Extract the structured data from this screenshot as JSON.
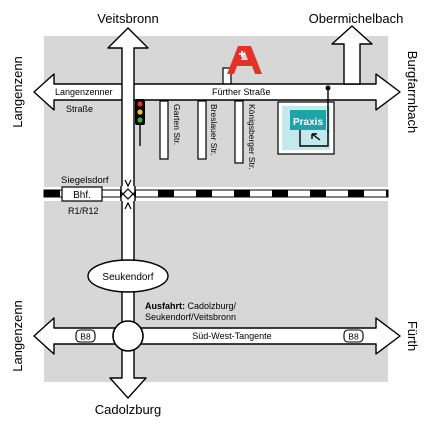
{
  "colors": {
    "background": "#ffffff",
    "area_gray": "#d7d7d7",
    "road_fill": "#ffffff",
    "road_stroke": "#000000",
    "rail": "#000000",
    "pharmacy_red": "#e4322b",
    "praxis_teal": "#1ea3a8",
    "praxis_light": "#c4e9ea"
  },
  "directions": {
    "north": "Veitsbronn",
    "northeast": "Obermichelbach",
    "west_upper": "Langenzenn",
    "west_lower": "Langenzenn",
    "east_upper": "Burgfarrnbach",
    "east_lower": "Fürth",
    "south": "Cadolzburg"
  },
  "streets": {
    "langenzenner_line1": "Langenzenner",
    "langenzenner_line2": "Straße",
    "further": "Fürther Straße",
    "garten": "Garten Str.",
    "breslauer": "Breslauer Str.",
    "koenigsberger": "Königsberger Str.",
    "tangente": "Süd-West-Tangente"
  },
  "station": {
    "place": "Siegelsdorf",
    "label": "Bhf.",
    "lines": "R1/R12"
  },
  "roundabout": "Seukendorf",
  "exit": {
    "heading": "Ausfahrt:",
    "line1_rest": " Cadolzburg/",
    "line2": "Seukendorf/Veitsbronn"
  },
  "badges": {
    "left": "B8",
    "right": "B8"
  },
  "praxis_label": "Praxis",
  "icons": [
    "pharmacy-icon",
    "traffic-light-icon",
    "praxis-icon",
    "roundabout-icon"
  ]
}
